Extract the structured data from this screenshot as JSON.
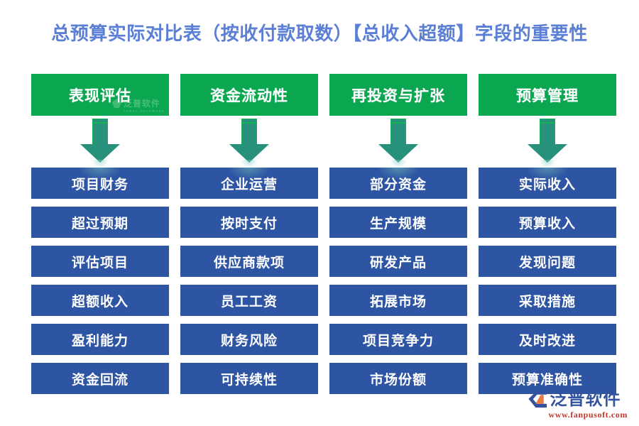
{
  "title": "总预算实际对比表（按收付款取数）【总收入超额】字段的重要性",
  "colors": {
    "title_text": "#5b7fd4",
    "header_green": "#0aa650",
    "cell_blue": "#2e55a3",
    "arrow_body": "#27917c",
    "arrow_outline": "#17b257",
    "background": "#ffffff"
  },
  "watermark": {
    "cn": "泛普软件",
    "en": "FANPU SOFTWARE"
  },
  "brand": {
    "name_cn": "泛普软件",
    "url": "www.fanpusoft.com",
    "logo_icon": "swoosh-logo-icon"
  },
  "arrow": {
    "icon": "down-arrow-icon"
  },
  "columns": [
    {
      "header": "表现评估",
      "has_watermark": true,
      "cells": [
        "项目财务",
        "超过预期",
        "评估项目",
        "超额收入",
        "盈利能力",
        "资金回流"
      ]
    },
    {
      "header": "资金流动性",
      "has_watermark": false,
      "cells": [
        "企业运营",
        "按时支付",
        "供应商款项",
        "员工工资",
        "财务风险",
        "可持续性"
      ]
    },
    {
      "header": "再投资与扩张",
      "has_watermark": false,
      "cells": [
        "部分资金",
        "生产规模",
        "研发产品",
        "拓展市场",
        "项目竞争力",
        "市场份额"
      ]
    },
    {
      "header": "预算管理",
      "has_watermark": false,
      "cells": [
        "实际收入",
        "预算收入",
        "发现问题",
        "采取措施",
        "及时改进",
        "预算准确性"
      ]
    }
  ]
}
